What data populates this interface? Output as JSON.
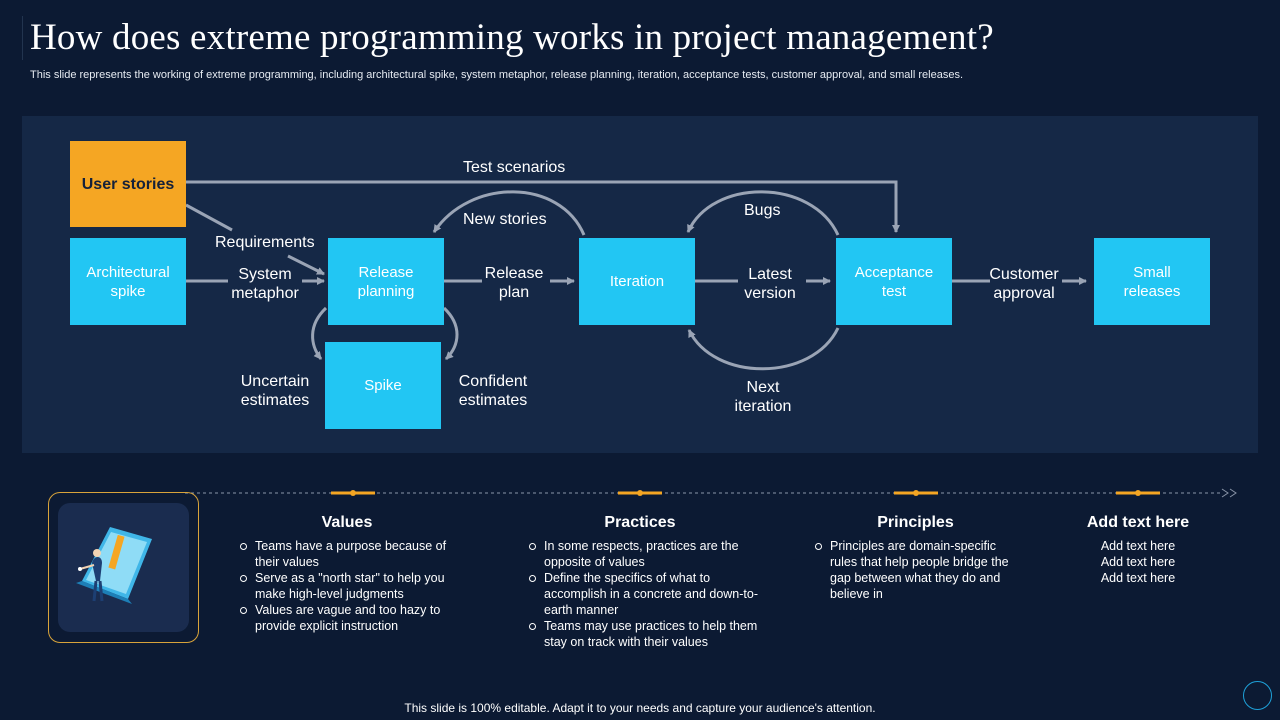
{
  "title": "How does extreme programming works in project management?",
  "subtitle": "This slide represents the working of extreme programming, including architectural spike, system metaphor, release planning, iteration, acceptance tests, customer approval, and small releases.",
  "colors": {
    "background": "#0c1a33",
    "panel": "#152846",
    "box": "#22c6f3",
    "accent": "#f5a623",
    "arrow": "#9aa4b5"
  },
  "diagram": {
    "boxes": {
      "user_stories": "User stories",
      "architectural_spike": "Architectural spike",
      "release_planning": "Release planning",
      "spike": "Spike",
      "iteration": "Iteration",
      "acceptance_test": "Acceptance test",
      "small_releases": "Small releases"
    },
    "labels": {
      "test_scenarios": "Test scenarios",
      "new_stories": "New stories",
      "bugs": "Bugs",
      "requirements": "Requirements",
      "system_metaphor": "System metaphor",
      "release_plan": "Release plan",
      "latest_version": "Latest version",
      "customer_approval": "Customer approval",
      "uncertain_estimates": "Uncertain estimates",
      "confident_estimates": "Confident estimates",
      "next_iteration": "Next iteration"
    }
  },
  "icon": "laptop-developer-icon",
  "columns": [
    {
      "heading": "Values",
      "bullets": [
        "Teams have  a purpose because of their values",
        "Serve as a \"north star\" to help you make high-level  judgments",
        "Values are vague  and too hazy to provide  explicit instruction"
      ]
    },
    {
      "heading": "Practices",
      "bullets": [
        "In some respects, practices are the opposite of values",
        "Define  the specifics of what to accomplish in a concrete and down-to-earth  manner",
        "Teams may use practices to help them stay on track with their values"
      ]
    },
    {
      "heading": "Principles",
      "bullets": [
        "Principles are domain-specific rules that help people bridge the gap between what they do and believe  in"
      ]
    },
    {
      "heading": "Add text here",
      "lines": [
        "Add text here",
        "Add text here",
        "Add text here"
      ]
    }
  ],
  "footer": "This slide is 100% editable. Adapt it to your needs and capture your audience's attention."
}
